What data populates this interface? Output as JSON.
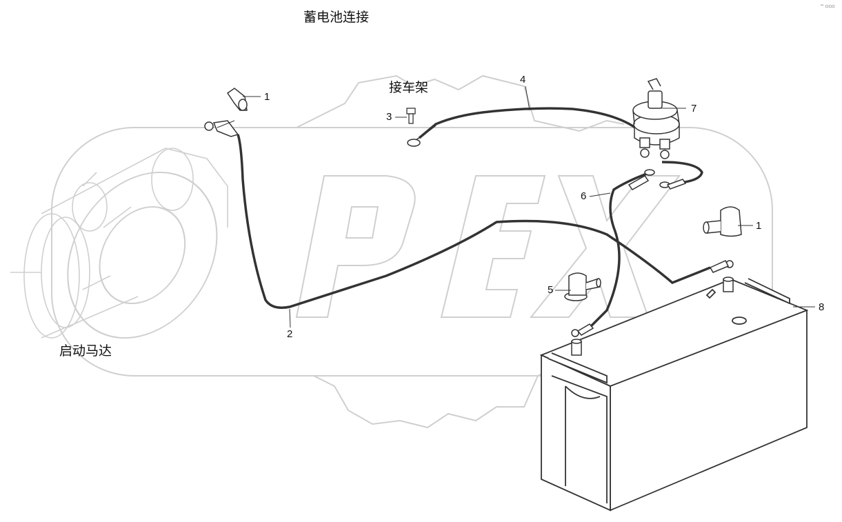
{
  "diagram": {
    "title": "蓄电池连接",
    "labels": {
      "frame_connection": "接车架",
      "starter_motor": "启动马达"
    },
    "part_callouts": [
      "1",
      "2",
      "3",
      "4",
      "5",
      "6",
      "7",
      "1",
      "8"
    ],
    "watermark_text": "OPEX",
    "corner_mark": "ᵐ ▫▫▫"
  }
}
